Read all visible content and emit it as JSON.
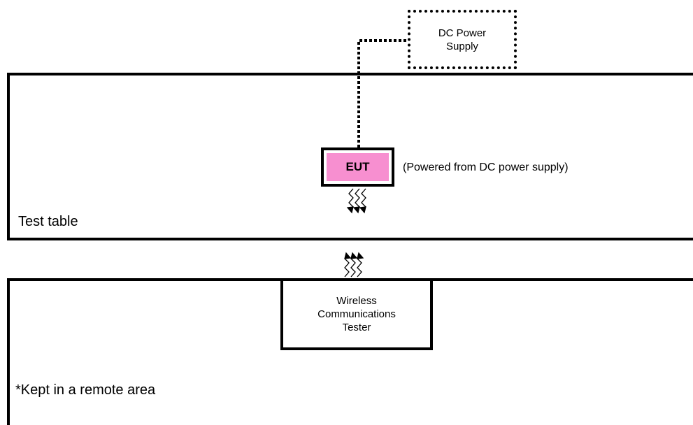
{
  "power_supply": {
    "label": "DC Power\nSupply"
  },
  "test_table": {
    "label": "Test table"
  },
  "eut": {
    "label": "EUT",
    "note": "(Powered from DC power supply)",
    "fill": "#f78fd0"
  },
  "tester": {
    "label": "Wireless\nCommunications\nTester"
  },
  "remote_area": {
    "label": "*Kept in a remote area"
  },
  "icons": {
    "wireless_link": "wireless-signal-icon"
  }
}
